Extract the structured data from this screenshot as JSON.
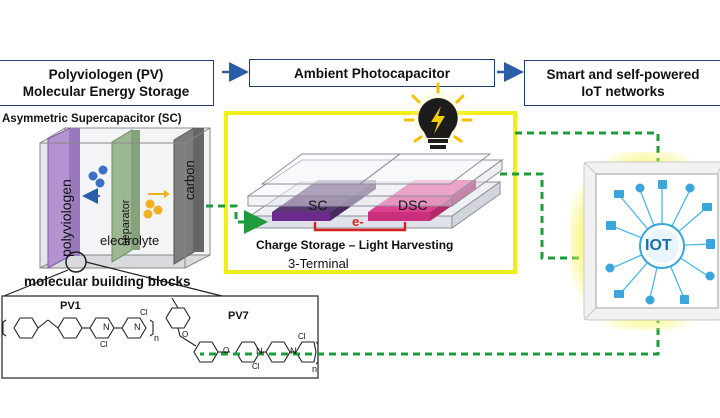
{
  "header": {
    "left_line1": "Polyviologen (PV)",
    "left_line2": "Molecular Energy Storage",
    "center": "Ambient Photocapacitor",
    "right_line1": "Smart and self-powered",
    "right_line2": "IoT networks"
  },
  "supercapacitor": {
    "title": "Asymmetric Supercapacitor (SC)",
    "polyviologen_label": "polyviologen",
    "separator_label": "separator",
    "carbon_label": "carbon",
    "electrolyte_label": "electrolyte"
  },
  "molecules": {
    "title": "molecular building blocks",
    "pv1_label": "PV1",
    "pv7_label": "PV7",
    "n_label": "n",
    "cl_label": "Cl",
    "n_atom": "N",
    "plus": "+",
    "oxygen": "O"
  },
  "photocapacitor": {
    "sc_label": "SC",
    "dsc_label": "DSC",
    "electron_label": "e-",
    "caption": "Charge Storage – Light Harvesting",
    "terminal_label": "3-Terminal"
  },
  "iot": {
    "label": "IOT"
  },
  "colors": {
    "header_border": "#1f3b78",
    "arrow_blue": "#2a5fa8",
    "highlight_yellow": "#f2ee1a",
    "dashed_green": "#1e9b3a",
    "sc_purple": "#6b2a8c",
    "dsc_pink": "#e0408f",
    "polyviologen_plate": "#b394d0",
    "separator_plate": "#9cb892",
    "carbon_plate": "#7d7d7d"
  }
}
